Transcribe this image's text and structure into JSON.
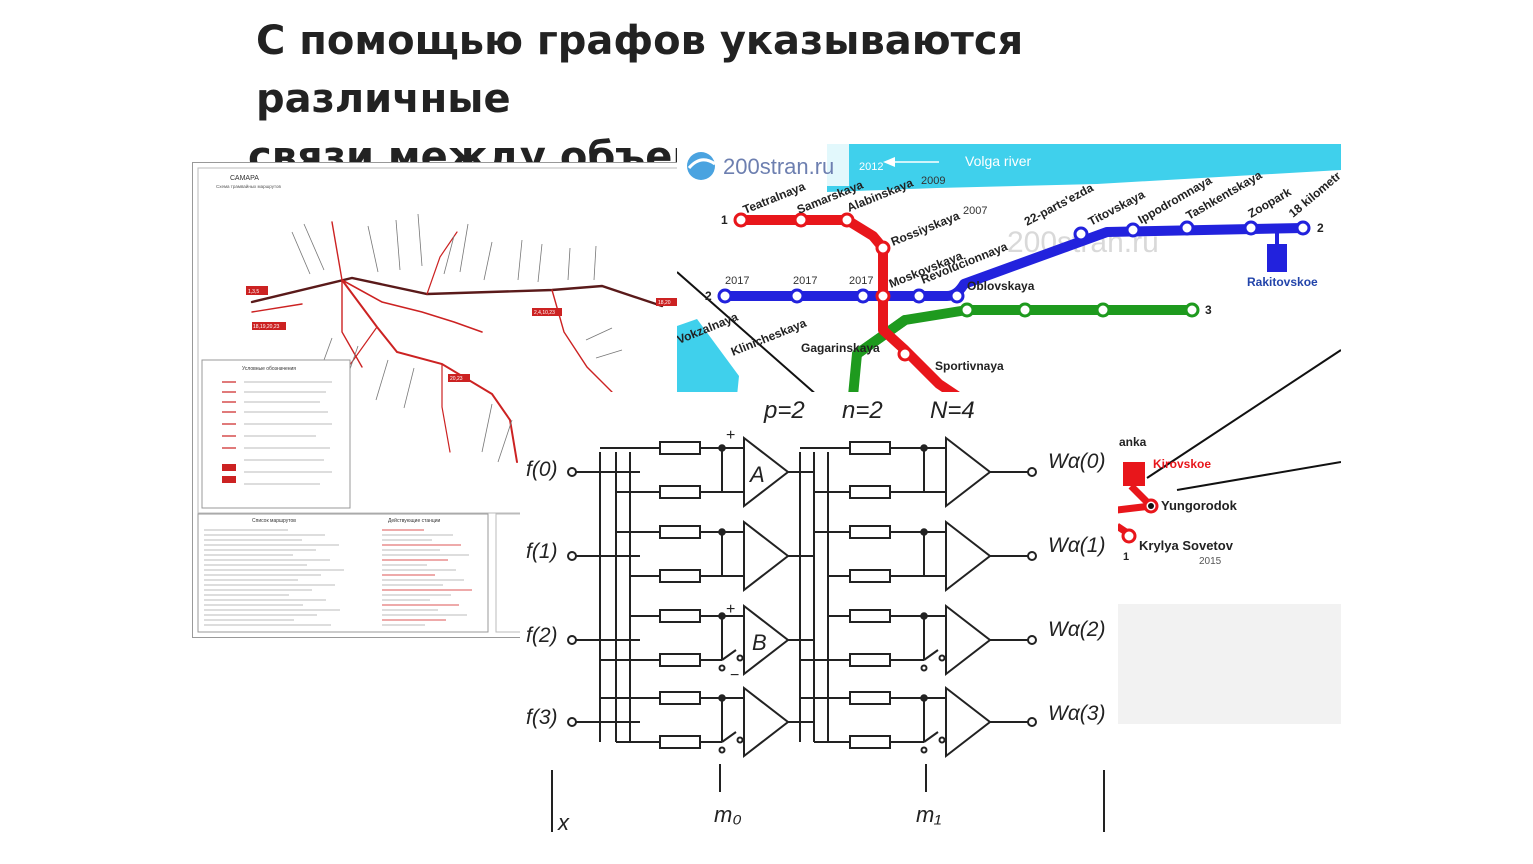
{
  "slide": {
    "title_line1": "С помощью графов указываются различные",
    "title_line2": "связи между объектами."
  },
  "tram_map": {
    "title": "САМАРА",
    "subtitle": "Схема трамвайных маршрутов",
    "legend_title": "Условные обозначения",
    "routes_title": "Список маршрутов",
    "depots_title": "Действующие станции",
    "route_badges": [
      "1,3,5",
      "18,19,20,23",
      "2,4,10,23",
      "20,23",
      "18,20"
    ]
  },
  "metro_map": {
    "watermark_logo": "200stran.ru",
    "watermark_center": "200stran.ru",
    "river_label": "Volga river",
    "year_labels": [
      "2012",
      "2009",
      "2007",
      "2017",
      "2017",
      "2017"
    ],
    "line_numbers": [
      "1",
      "2",
      "2",
      "3"
    ],
    "red_stations": [
      "Teatralnaya",
      "Samarskaya",
      "Alabinskaya",
      "Rossiyskaya",
      "Moskovskaya",
      "Gagarinskaya",
      "Sportivnaya"
    ],
    "blue_stations": [
      "Vokzalnaya",
      "Klinicheskaya",
      "Revolucionnaya",
      "22-parts'ezda",
      "Titovskaya",
      "Ippodromnaya",
      "Tashkentskaya",
      "Zoopark",
      "18 kilometr"
    ],
    "green_stations": [
      "Oblovskaya"
    ],
    "depot_label": "Rakitovskoe",
    "colors": {
      "red": "#e8161b",
      "blue": "#2222dd",
      "green": "#1e9a1e",
      "water": "#3fd0ec"
    }
  },
  "metro_fragment": {
    "partial_label": "anka",
    "depot_label": "Kirovskoe",
    "stations": [
      "Yungorodok",
      "Krylya Sovetov"
    ],
    "line_number": "1",
    "year": "2015"
  },
  "circuit": {
    "params": [
      "p=2",
      "n=2",
      "N=4"
    ],
    "inputs": [
      "f(0)",
      "f(1)",
      "f(2)",
      "f(3)"
    ],
    "outputs": [
      "Wα(0)",
      "Wα(1)",
      "Wα(2)",
      "Wα(3)"
    ],
    "amplifier_labels": [
      "A",
      "B"
    ],
    "signs": [
      "+",
      "+",
      "−"
    ],
    "controls": [
      "x",
      "m₀",
      "m₁"
    ]
  }
}
